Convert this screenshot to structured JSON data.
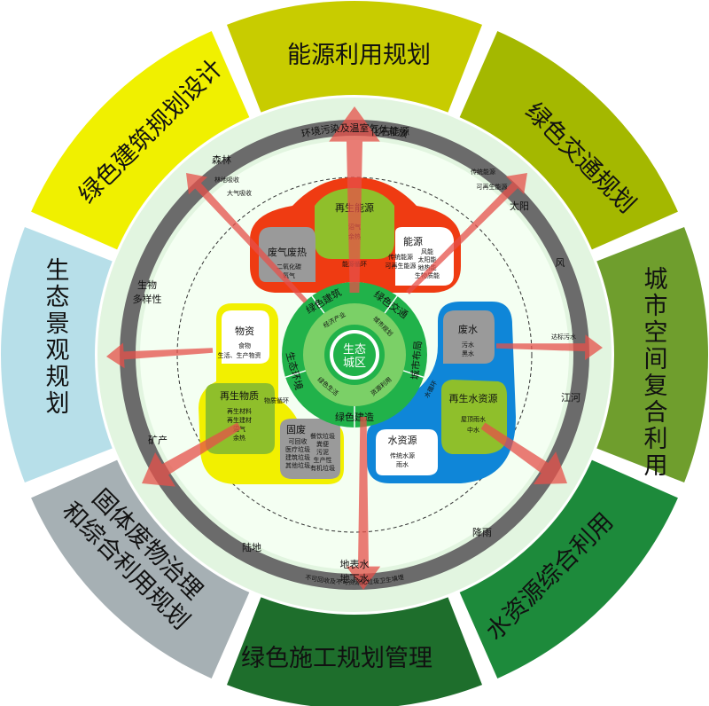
{
  "outer_segments": [
    {
      "label": "能源利用规划",
      "color": "#c8cc00"
    },
    {
      "label": "绿色交通规划",
      "color": "#a4b800"
    },
    {
      "label": "城市空间复合利用",
      "color": "#6f9e2d"
    },
    {
      "label": "水资源综合利用",
      "color": "#1d8a3b"
    },
    {
      "label": "绿色施工规划管理",
      "color": "#1e6e2c"
    },
    {
      "label": "固体废物治理和综合利用规划",
      "color": "#a6b0b4"
    },
    {
      "label": "生态景观规划",
      "color": "#b7dfe9"
    },
    {
      "label": "绿色建筑规划设计",
      "color": "#f0f000"
    }
  ],
  "ring": {
    "top_arc": "环境污染及温室气体排放",
    "bottom_arc": "不可回收及不可资源化垃圾卫生填埋"
  },
  "outer_labels": {
    "fossil": "化石能源",
    "forest": "森林",
    "forest_absorb": "林地吸收",
    "air_absorb": "大气吸收",
    "traditional_energy": "传统能源",
    "renewable_energy": "可再生能源",
    "sun": "太阳",
    "wind": "风",
    "discharge": "达标污水",
    "river": "江河",
    "rain": "降雨",
    "ground_water": "地表水\n地下水",
    "land": "陆地",
    "mineral": "矿产",
    "biodiversity": "生物\n多样性"
  },
  "modules": {
    "renewable_energy": {
      "title": "再生能源",
      "lines": [
        "沼气",
        "余热"
      ],
      "color": "#ef3b12"
    },
    "waste_heat": {
      "title": "废气废热",
      "lines": [
        "二氧化碳",
        "氧气"
      ]
    },
    "energy": {
      "title": "能源",
      "lines": [
        "传统能源",
        "可再生能源",
        "风能",
        "太阳能",
        "地热能",
        "生物质能"
      ]
    },
    "energy_cycle": "能源循环",
    "wastewater": {
      "title": "废水",
      "lines": [
        "污水",
        "黑水"
      ],
      "color": "#0f86d8"
    },
    "renewable_water": {
      "title": "再生水资源",
      "lines": [
        "屋顶雨水",
        "中水"
      ]
    },
    "water_resource": {
      "title": "水资源",
      "lines": [
        "传统水源",
        "雨水"
      ]
    },
    "water_cycle": "水循环",
    "material": {
      "title": "物资",
      "lines": [
        "食物",
        "生活、生产物资"
      ],
      "color": "#f2f000"
    },
    "renewable_material": {
      "title": "再生物质",
      "lines": [
        "再生材料",
        "再生建材",
        "沼气",
        "余热"
      ]
    },
    "solid_waste": {
      "title": "固废",
      "lines": [
        "可回收",
        "医疗垃圾",
        "建筑垃圾",
        "其他垃圾"
      ]
    },
    "solid_waste2": {
      "lines": [
        "餐饮垃圾",
        "粪便",
        "污泥",
        "生产性",
        "有机垃圾"
      ]
    },
    "material_cycle": "物质循环"
  },
  "hub": {
    "center": "生态\n城区",
    "ring_labels": [
      "绿色建筑",
      "绿色交通",
      "城市布局",
      "绿色建造",
      "生态环境"
    ],
    "inner_ring": [
      "经济产业",
      "城市规划",
      "资源利用",
      "绿色生活"
    ]
  }
}
